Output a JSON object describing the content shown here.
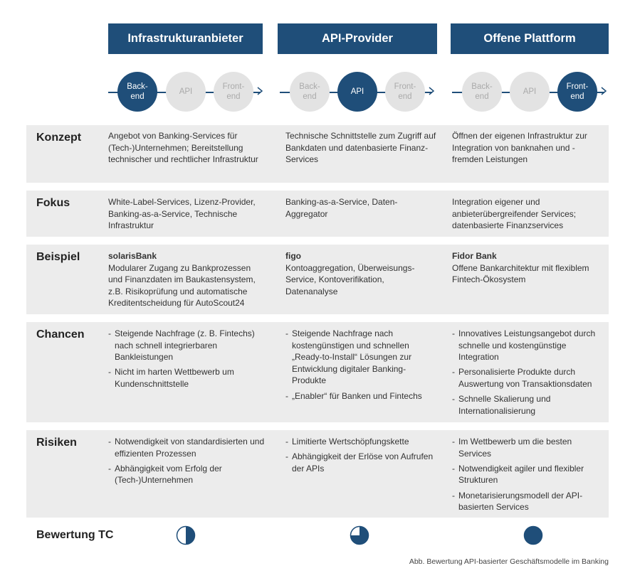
{
  "columns": [
    {
      "header": "Infrastrukturanbieter",
      "flow": [
        "Back-\nend",
        "API",
        "Front-\nend"
      ],
      "active_index": 0,
      "rating_fraction": 0.5,
      "konzept": "Angebot von Banking-Services für (Tech-)Unternehmen; Bereitstellung technischer und rechtlicher Infrastruktur",
      "fokus": "White-Label-Services, Lizenz-Provider, Banking-as-a-Service, Technische Infrastruktur",
      "beispiel_title": "solarisBank",
      "beispiel_text": "Modularer Zugang zu Bankprozessen und Finanzdaten im Baukastensystem, z.B. Risikoprüfung und automatische Kreditentscheidung für AutoScout24",
      "chancen": [
        "Steigende Nachfrage (z. B. Fintechs) nach schnell integrierbaren Bankleistungen",
        "Nicht im harten Wettbewerb um Kundenschnittstelle"
      ],
      "risiken": [
        "Notwendigkeit von standardisierten und effizienten Prozessen",
        "Abhängigkeit vom Erfolg der (Tech-)Unternehmen"
      ]
    },
    {
      "header": "API-Provider",
      "flow": [
        "Back-\nend",
        "API",
        "Front-\nend"
      ],
      "active_index": 1,
      "rating_fraction": 0.75,
      "konzept": "Technische Schnittstelle zum Zugriff auf Bankdaten und datenbasierte Finanz-Services",
      "fokus": "Banking-as-a-Service, Daten-Aggregator",
      "beispiel_title": "figo",
      "beispiel_text": "Kontoaggregation, Überweisungs-Service, Kontoverifikation, Datenanalyse",
      "chancen": [
        "Steigende Nachfrage nach kostengünstigen und schnellen „Ready-to-Install“ Lösungen zur Entwicklung digitaler Banking-Produkte",
        "„Enabler“ für Banken und Fintechs"
      ],
      "risiken": [
        "Limitierte Wertschöpfungskette",
        "Abhängigkeit der Erlöse von Aufrufen der APIs"
      ]
    },
    {
      "header": "Offene Plattform",
      "flow": [
        "Back-\nend",
        "API",
        "Front-\nend"
      ],
      "active_index": 2,
      "rating_fraction": 1.0,
      "konzept": "Öffnen der eigenen Infrastruktur zur Integration von banknahen und -fremden Leistungen",
      "fokus": "Integration eigener und anbieterübergreifender Services; datenbasierte Finanzservices",
      "beispiel_title": "Fidor Bank",
      "beispiel_text": "Offene Bankarchitektur mit flexiblem Fintech-Ökosystem",
      "chancen": [
        "Innovatives Leistungsangebot durch schnelle und kostengünstige Integration",
        "Personalisierte Produkte durch Auswertung von Transaktionsdaten",
        "Schnelle Skalierung und Internationalisierung"
      ],
      "risiken": [
        "Im Wettbewerb um die besten Services",
        "Notwendigkeit agiler und flexibler Strukturen",
        "Monetarisierungsmodell der API-basierten Services"
      ]
    }
  ],
  "rows": {
    "konzept": "Konzept",
    "fokus": "Fokus",
    "beispiel": "Beispiel",
    "chancen": "Chancen",
    "risiken": "Risiken",
    "bewertung": "Bewertung TC"
  },
  "caption": "Abb. Bewertung API-basierter Geschäftsmodelle im Banking",
  "colors": {
    "primary": "#1f4e79",
    "inactive": "#e3e3e3",
    "row_bg": "#ececec"
  }
}
